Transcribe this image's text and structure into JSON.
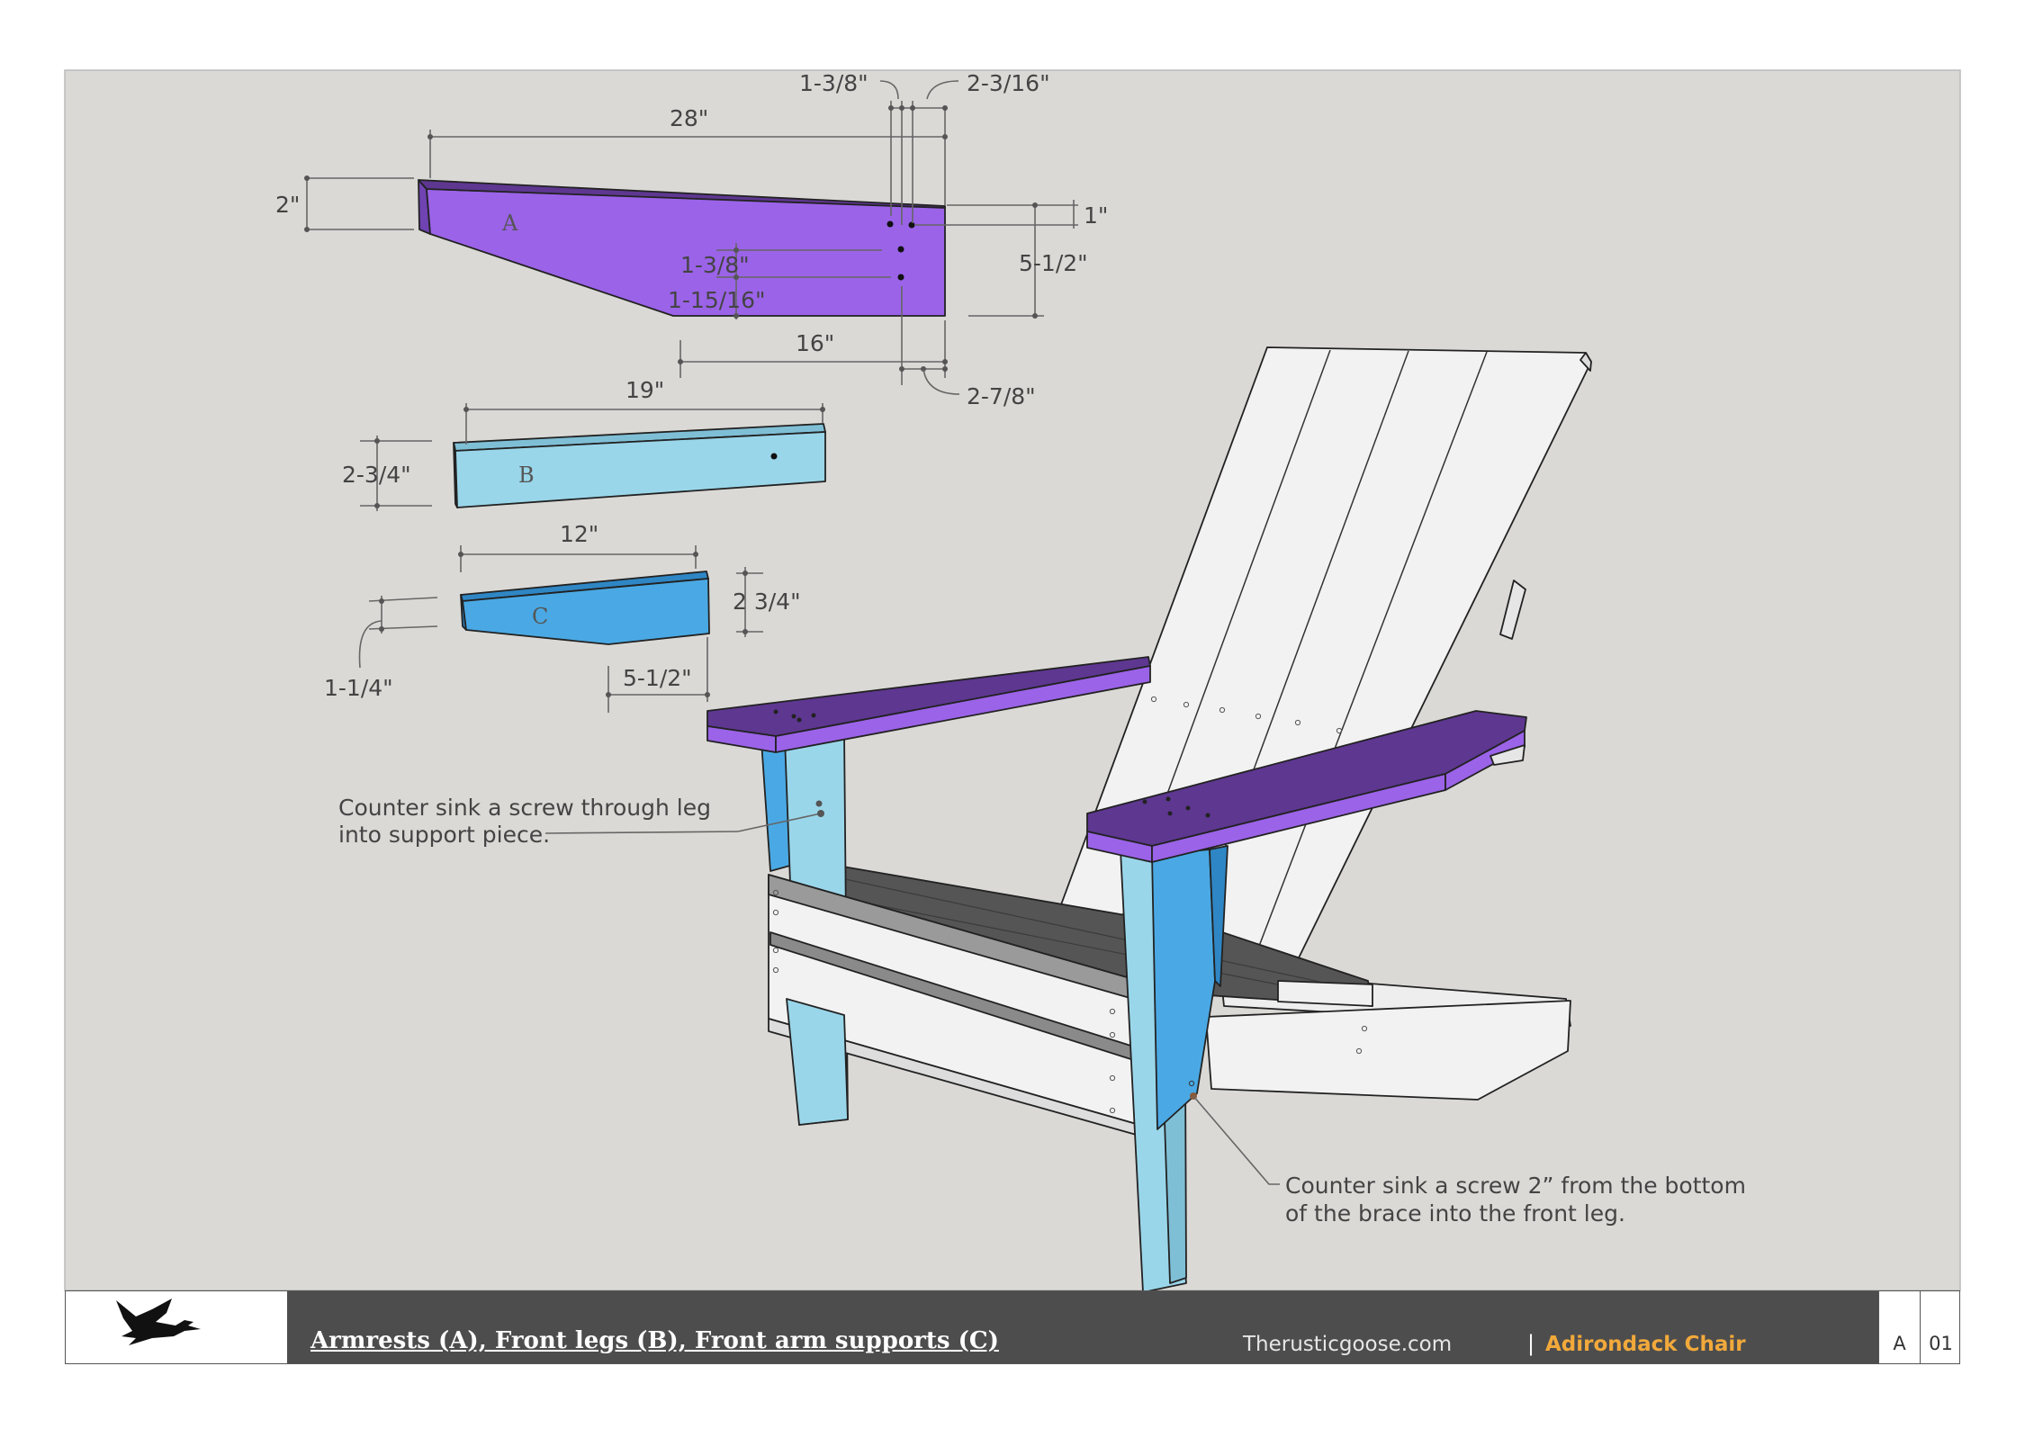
{
  "colors": {
    "background": "#dad9d6",
    "armrest": "#9b63e8",
    "armrest_top": "#5e3791",
    "front_leg": "#9ad6ea",
    "arm_support": "#4aa9e4",
    "boards": "#f2f2f2",
    "title_band": "#4d4d4d",
    "project_name": "#f2a93b"
  },
  "parts": {
    "a": {
      "label": "A"
    },
    "b": {
      "label": "B"
    },
    "c": {
      "label": "C"
    }
  },
  "dimensions": {
    "a_length": "28\"",
    "a_height": "2\"",
    "a_top_left": "1-3/8\"",
    "a_top_right": "2-3/16\"",
    "a_notch": "1\"",
    "a_depth": "5-1/2\"",
    "a_hole_spacing_1": "1-3/8\"",
    "a_hole_spacing_2": "1-15/16\"",
    "a_flat": "16\"",
    "a_bottom_right": "2-7/8\"",
    "b_length": "19\"",
    "b_height": "2-3/4\"",
    "c_length": "12\"",
    "c_height": "2 3/4\"",
    "c_end": "1-1/4\"",
    "c_bottom": "5-1/2\""
  },
  "notes": {
    "leg_screw_line1": "Counter sink a screw through leg",
    "leg_screw_line2": "into support piece.",
    "brace_screw_line1": "Counter sink a screw 2” from the bottom",
    "brace_screw_line2": "of the brace into the front leg."
  },
  "title_block": {
    "logo_icon": "goose-silhouette-icon",
    "sheet_title": "Armrests (A), Front legs (B), Front arm supports (C)",
    "site": "Therusticgoose.com",
    "separator": "|",
    "project": "Adirondack Chair",
    "sheet_letter": "A",
    "sheet_number": "01"
  }
}
